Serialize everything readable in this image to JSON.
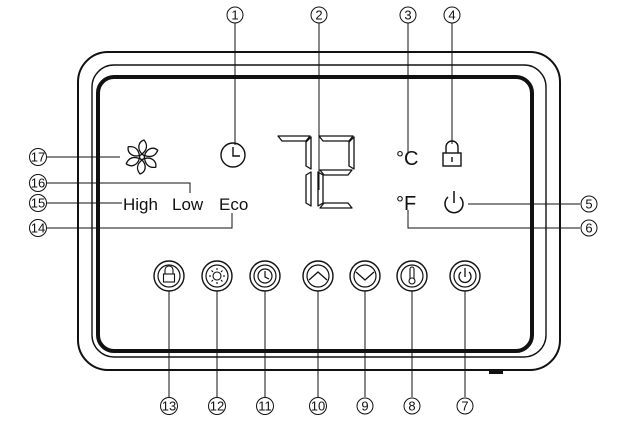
{
  "labels": {
    "celsius": "°C",
    "fahrenheit": "°F",
    "fan_high": "High",
    "fan_low": "Low",
    "fan_eco": "Eco"
  },
  "display": {
    "digits": "72",
    "note": "seven-segment readout"
  },
  "callouts": [
    "1",
    "2",
    "3",
    "4",
    "5",
    "6",
    "7",
    "8",
    "9",
    "10",
    "11",
    "12",
    "13",
    "14",
    "15",
    "16",
    "17"
  ],
  "buttons": [
    {
      "callout": "13",
      "icon": "lock-icon"
    },
    {
      "callout": "12",
      "icon": "sun-icon"
    },
    {
      "callout": "11",
      "icon": "clock-icon"
    },
    {
      "callout": "10",
      "icon": "chevron-up-icon"
    },
    {
      "callout": "9",
      "icon": "chevron-down-icon"
    },
    {
      "callout": "8",
      "icon": "thermometer-icon"
    },
    {
      "callout": "7",
      "icon": "power-icon"
    }
  ],
  "indicators": [
    {
      "callout": "1",
      "icon": "clock-icon"
    },
    {
      "callout": "4",
      "icon": "lock-icon"
    },
    {
      "callout": "5",
      "icon": "power-icon"
    },
    {
      "callout": "17",
      "icon": "fan-icon"
    }
  ]
}
